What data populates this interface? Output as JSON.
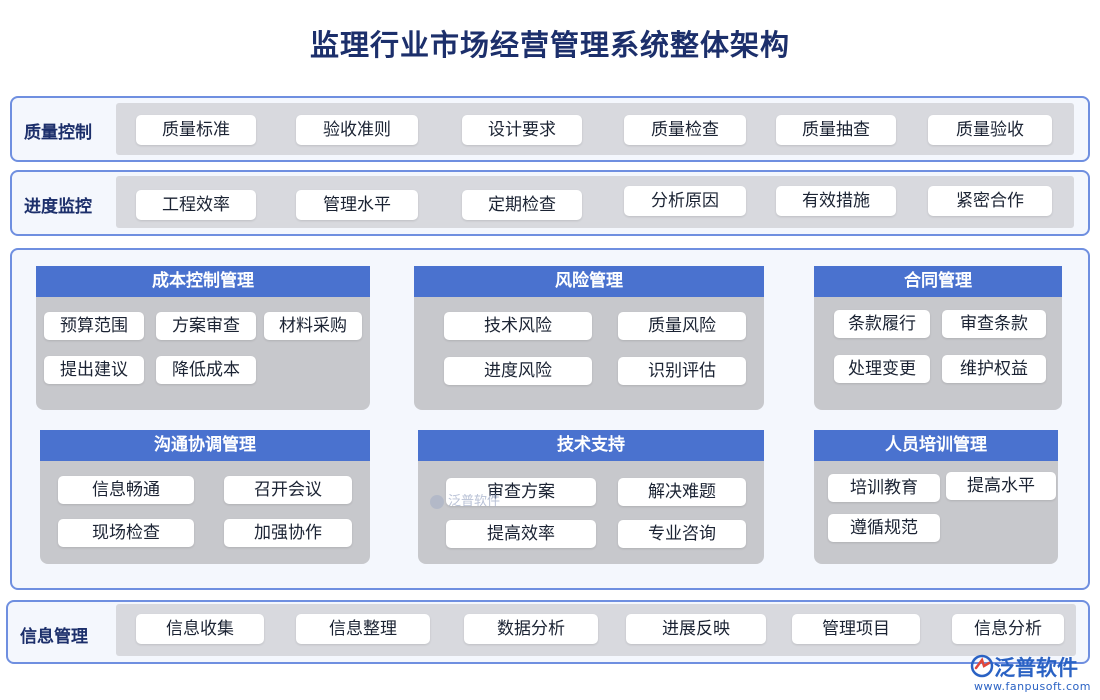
{
  "title": "监理行业市场经营管理系统整体架构",
  "bands": [
    {
      "label": "质量控制",
      "items": [
        "质量标准",
        "验收准则",
        "设计要求",
        "质量检查",
        "质量抽查",
        "质量验收"
      ]
    },
    {
      "label": "进度监控",
      "items": [
        "工程效率",
        "管理水平",
        "定期检查",
        "分析原因",
        "有效措施",
        "紧密合作"
      ]
    },
    {
      "label": "信息管理",
      "items": [
        "信息收集",
        "信息整理",
        "数据分析",
        "进展反映",
        "管理项目",
        "信息分析"
      ]
    }
  ],
  "cards": [
    {
      "title": "成本控制管理",
      "items": [
        "预算范围",
        "方案审查",
        "材料采购",
        "提出建议",
        "降低成本"
      ]
    },
    {
      "title": "风险管理",
      "items": [
        "技术风险",
        "质量风险",
        "进度风险",
        "识别评估"
      ]
    },
    {
      "title": "合同管理",
      "items": [
        "条款履行",
        "审查条款",
        "处理变更",
        "维护权益"
      ]
    },
    {
      "title": "沟通协调管理",
      "items": [
        "信息畅通",
        "召开会议",
        "现场检查",
        "加强协作"
      ]
    },
    {
      "title": "技术支持",
      "items": [
        "审查方案",
        "解决难题",
        "提高效率",
        "专业咨询"
      ]
    },
    {
      "title": "人员培训管理",
      "items": [
        "培训教育",
        "提高水平",
        "遵循规范"
      ]
    }
  ],
  "watermark": "泛普软件",
  "logo": {
    "name": "泛普软件",
    "url": "www.fanpusoft.com"
  },
  "colors": {
    "accent": "#4a72cf",
    "border": "#6f8fe0",
    "title": "#1c2f6b"
  }
}
